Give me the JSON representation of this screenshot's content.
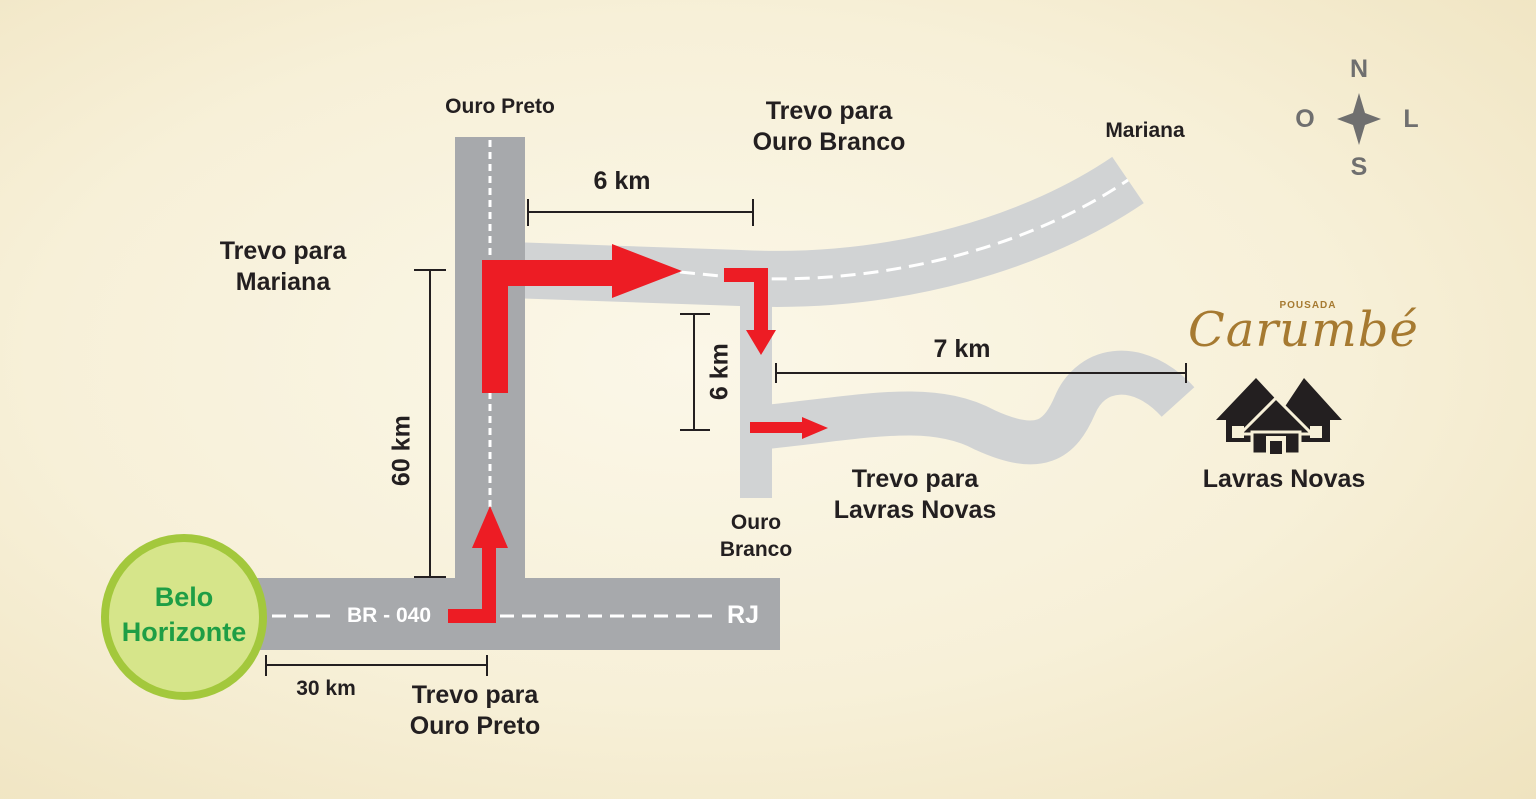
{
  "labels": {
    "ouro_preto_top": "Ouro Preto",
    "trevo_ouro_branco": "Trevo para\nOuro Branco",
    "mariana": "Mariana",
    "trevo_mariana": "Trevo para\nMariana",
    "ouro_branco": "Ouro\nBranco",
    "trevo_lavras_novas": "Trevo para\nLavras Novas",
    "lavras_novas": "Lavras Novas",
    "trevo_ouro_preto": "Trevo para\nOuro Preto",
    "belo_horizonte": "Belo\nHorizonte",
    "road_br040": "BR - 040",
    "road_rj": "RJ"
  },
  "distances": {
    "d1": "6 km",
    "d2": "6 km",
    "d3": "7 km",
    "d4": "60 km",
    "d5": "30 km"
  },
  "compass": {
    "north": "N",
    "south": "S",
    "west": "O",
    "east": "L"
  },
  "brand": {
    "small": "POUSADA",
    "main": "Carumbé"
  },
  "colors": {
    "road": "#a7a9ac",
    "road_light": "#d1d3d4",
    "route_arrow": "#ed1c24",
    "city_circle_fill": "#d6e58a",
    "city_circle_ring": "#a3c83c",
    "city_text": "#1e9e45",
    "brand": "#a67a31",
    "house": "#231f20",
    "compass": "#6f6f6f"
  }
}
